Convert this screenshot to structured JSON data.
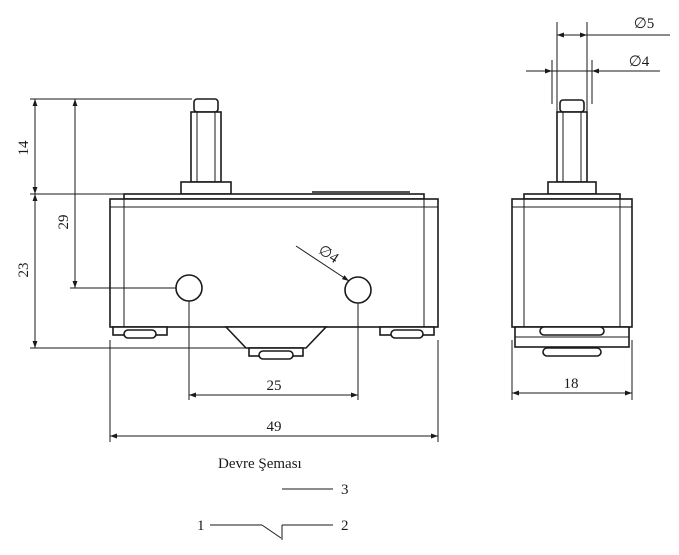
{
  "front_view": {
    "dim_14": "14",
    "dim_29": "29",
    "dim_23": "23",
    "dim_hole": "∅4",
    "dim_25": "25",
    "dim_49": "49"
  },
  "side_view": {
    "dim_d5": "∅5",
    "dim_d4": "∅4",
    "dim_18": "18"
  },
  "circuit": {
    "title": "Devre Şeması",
    "terminal_1": "1",
    "terminal_2": "2",
    "terminal_3": "3"
  }
}
